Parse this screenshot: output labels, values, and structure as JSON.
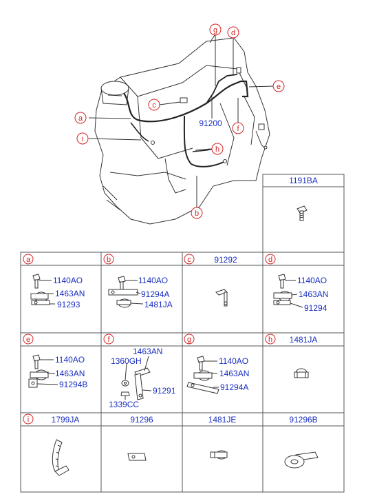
{
  "main_callouts": {
    "a": "a",
    "b": "b",
    "c": "c",
    "d": "d",
    "e": "e",
    "f": "f",
    "g": "g",
    "h": "h",
    "i": "i",
    "harness_part": "91200"
  },
  "top_right_cell": {
    "header": "1191BA"
  },
  "cells": [
    {
      "letter": "a",
      "header": "",
      "labels": [
        "1140AO",
        "1463AN",
        "91293"
      ]
    },
    {
      "letter": "b",
      "header": "",
      "labels": [
        "1140AO",
        "91294A",
        "1481JA"
      ]
    },
    {
      "letter": "c",
      "header": "91292",
      "labels": []
    },
    {
      "letter": "d",
      "header": "",
      "labels": [
        "1140AO",
        "1463AN",
        "91294"
      ]
    },
    {
      "letter": "e",
      "header": "",
      "labels": [
        "1140AO",
        "1463AN",
        "91294B"
      ]
    },
    {
      "letter": "f",
      "header": "",
      "labels": [
        "1463AN",
        "1360GH",
        "91291",
        "1339CC"
      ]
    },
    {
      "letter": "g",
      "header": "",
      "labels": [
        "1140AO",
        "1463AN",
        "91294A"
      ]
    },
    {
      "letter": "h",
      "header": "1481JA",
      "labels": []
    },
    {
      "letter": "i",
      "header": "1799JA",
      "labels": []
    },
    {
      "letter": "",
      "header": "91296",
      "labels": []
    },
    {
      "letter": "",
      "header": "1481JE",
      "labels": []
    },
    {
      "letter": "",
      "header": "91296B",
      "labels": []
    }
  ]
}
